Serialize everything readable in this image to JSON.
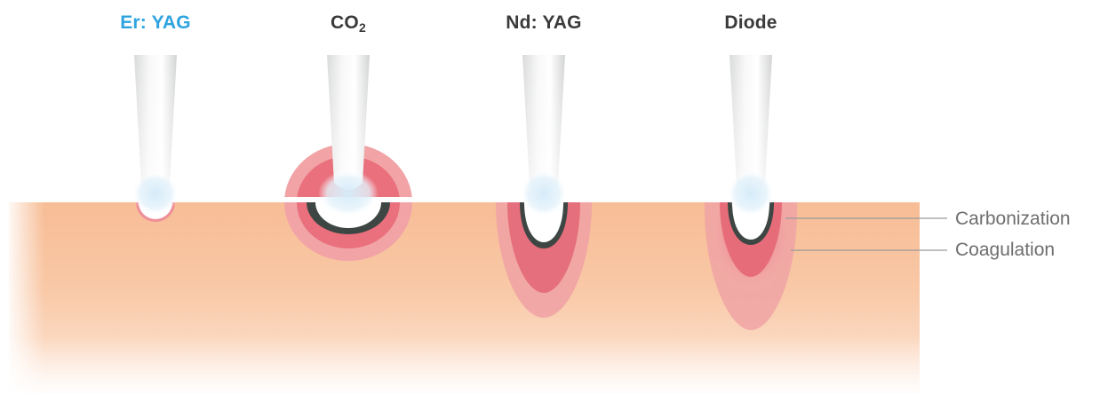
{
  "lasers": [
    {
      "name": "Er: YAG",
      "highlight": true
    },
    {
      "name": "CO",
      "subscript": "2",
      "highlight": false
    },
    {
      "name": "Nd: YAG",
      "highlight": false
    },
    {
      "name": "Diode",
      "highlight": false
    }
  ],
  "legend": {
    "carbonization": "Carbonization",
    "coagulation": "Coagulation"
  },
  "colors": {
    "highlight_label": "#2ea3e0",
    "label": "#3a3a3a",
    "tissue": "#f8c29c",
    "carbonization": "#3e4644",
    "coagulation": "#e56f7c",
    "coagulation_outer": "#ee9aa0",
    "ablation_bubble": "#d8ecf8"
  }
}
